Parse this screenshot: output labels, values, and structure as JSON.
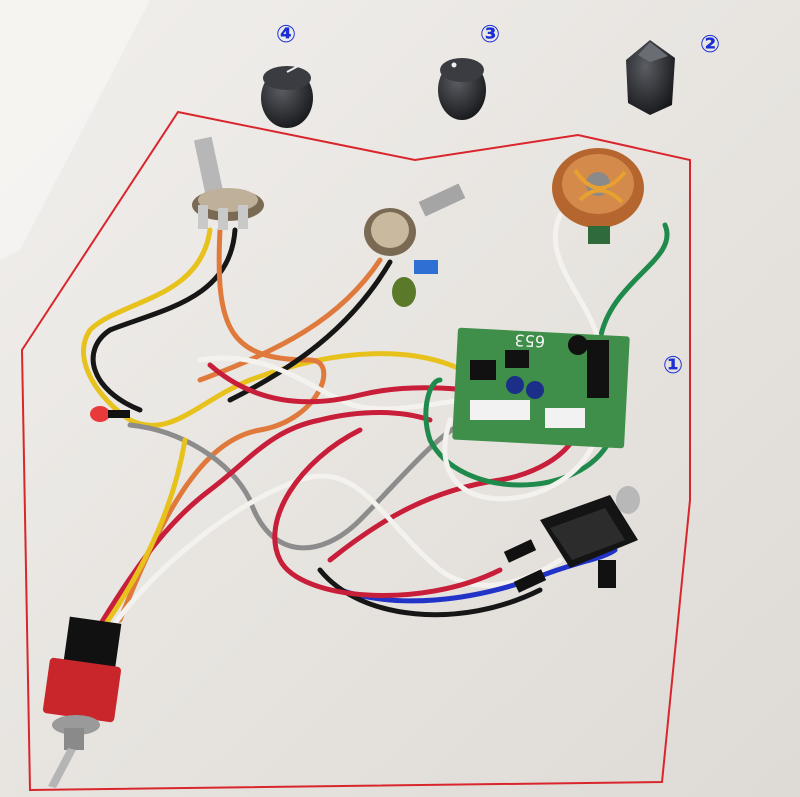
{
  "labels": {
    "part_1": "①",
    "part_2": "②",
    "part_3": "③",
    "part_4": "④"
  },
  "board_marking": "653",
  "colors": {
    "background": "#e9e6e2",
    "outline": "#d9262c",
    "label": "#1a2fd6",
    "pcb": "#3f8f4a",
    "knob": "#25272b",
    "switch": "#c8262b",
    "wire_red": "#c81e3a",
    "wire_white": "#f4f2ee",
    "wire_yellow": "#e8c21c",
    "wire_orange": "#e07a3c",
    "wire_black": "#161616",
    "wire_green": "#1f8a4c",
    "wire_blue": "#2233c8",
    "wire_gray": "#8c8c8c"
  }
}
